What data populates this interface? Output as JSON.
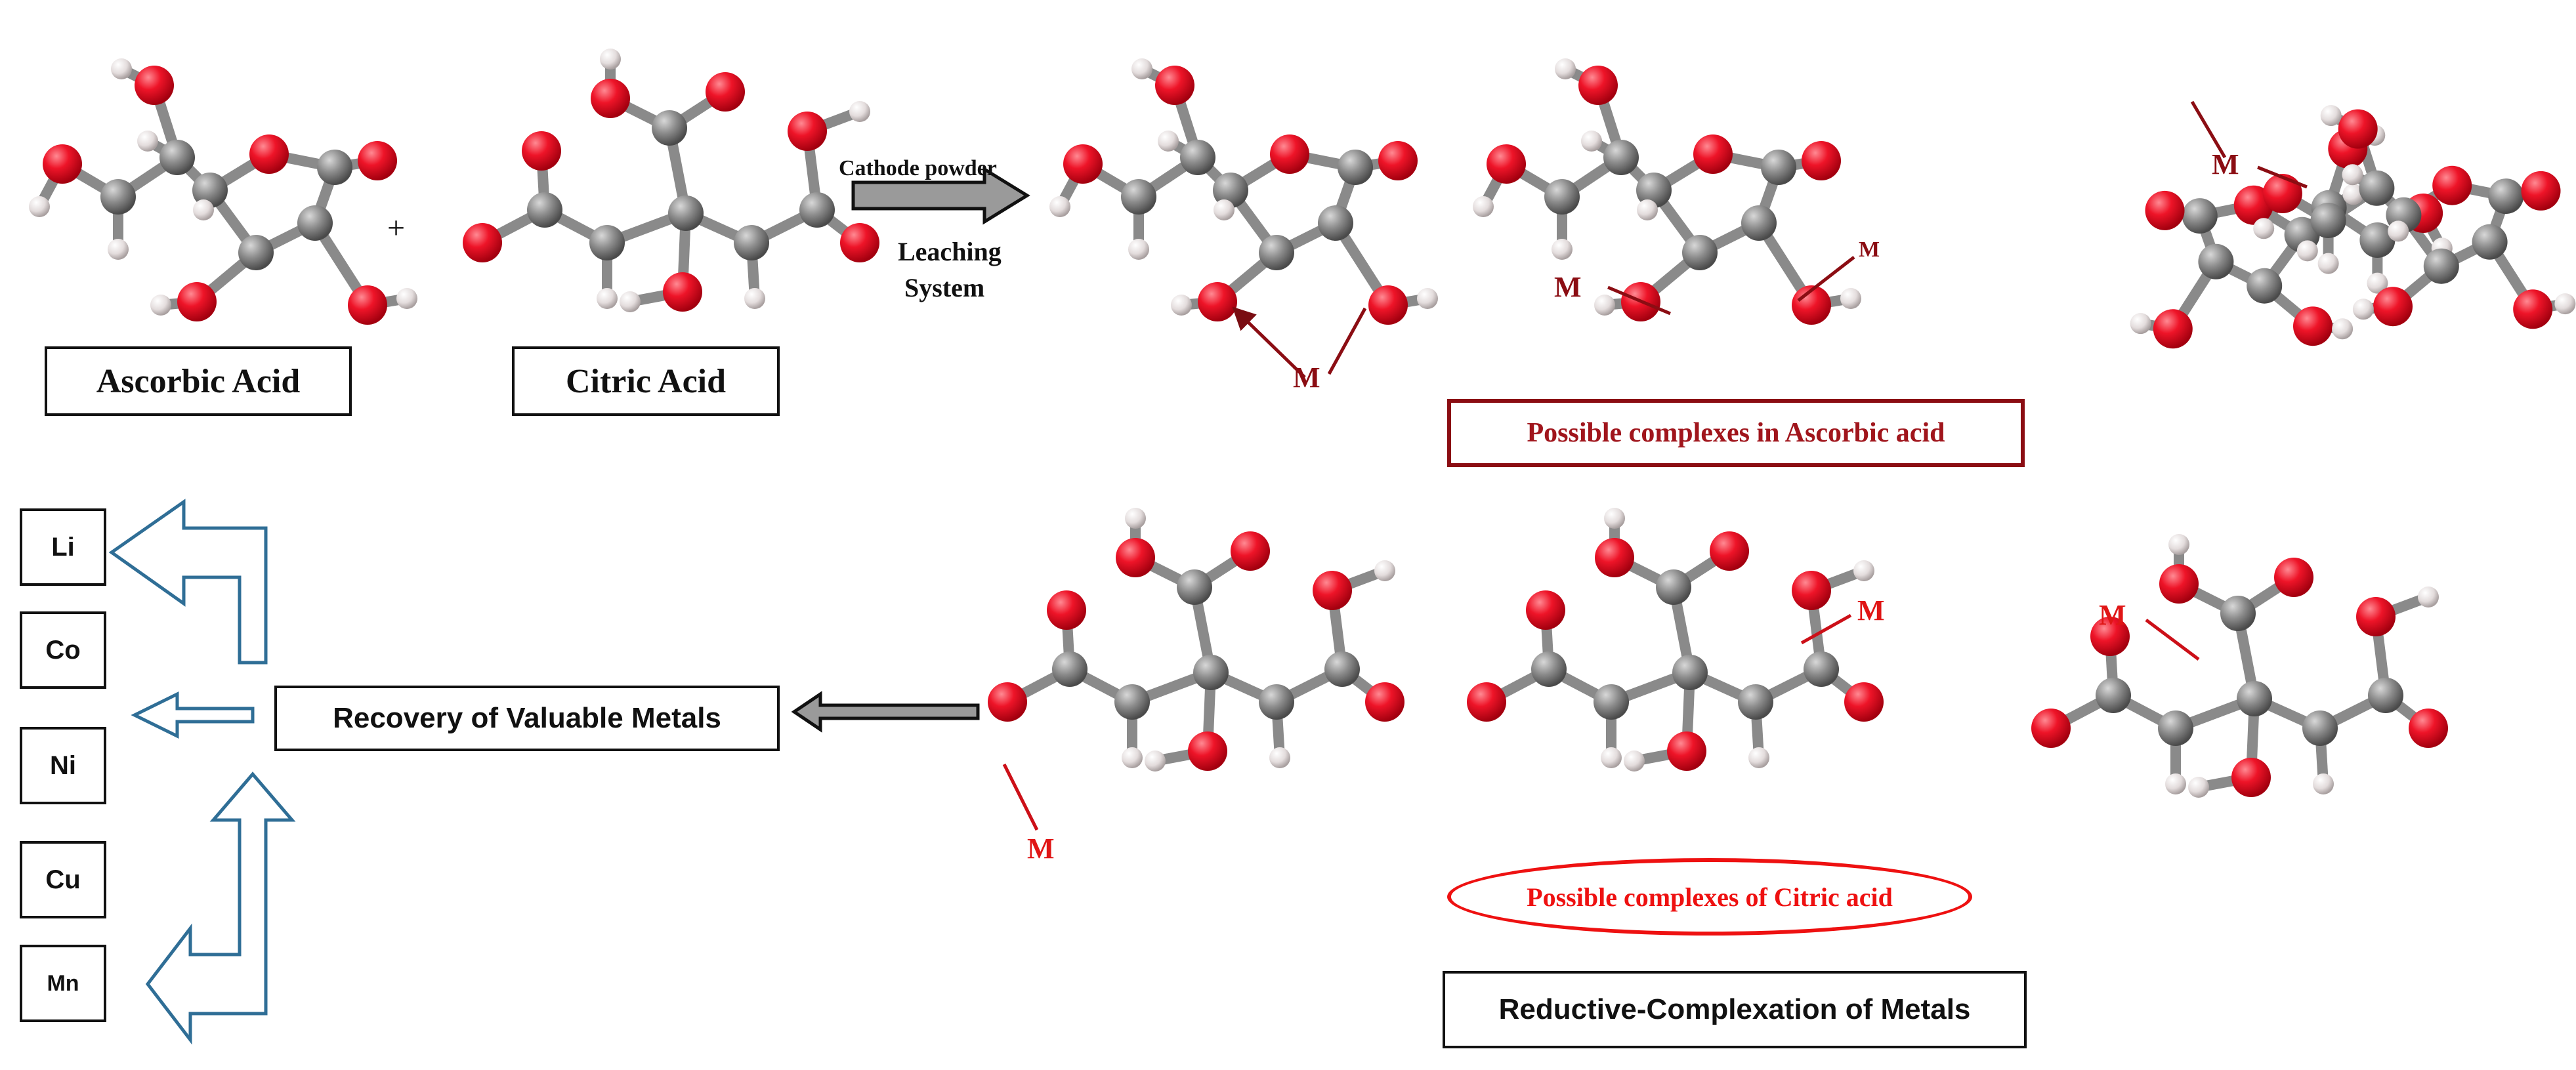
{
  "reactants": {
    "ascorbic_label": "Ascorbic Acid",
    "citric_label": "Citric Acid",
    "plus": "+"
  },
  "leaching": {
    "cathode_label": "Cathode powder",
    "system_line1": "Leaching",
    "system_line2": "System"
  },
  "ascorbic_complexes": {
    "caption": "Possible complexes in Ascorbic acid",
    "metal_symbol": "M"
  },
  "citric_complexes": {
    "caption": "Possible complexes of Citric acid",
    "metal_symbol": "M"
  },
  "process": {
    "recovery_label": "Recovery of Valuable Metals",
    "reductive_label": "Reductive-Complexation of Metals"
  },
  "metals": [
    "Li",
    "Co",
    "Ni",
    "Cu",
    "Mn"
  ],
  "colors": {
    "oxygen": "#e8102a",
    "carbon": "#8c8c8c",
    "hydrogen": "#e2dada",
    "bond": "#888888",
    "accent_red": "#a0151c",
    "bright_red": "#ee1111",
    "outline_arrow": "#2f6e96",
    "box_border": "#111111"
  }
}
